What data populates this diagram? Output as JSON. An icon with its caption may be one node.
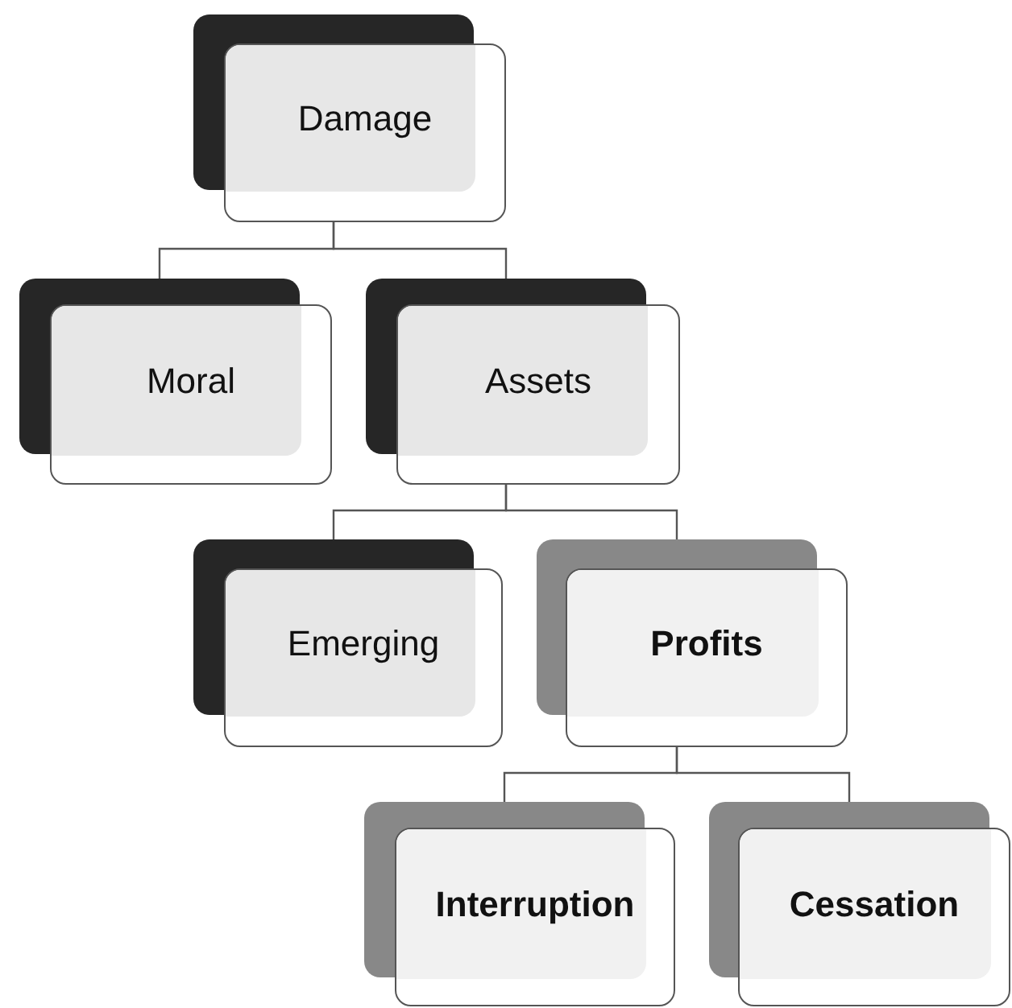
{
  "diagram": {
    "nodes": [
      {
        "text": [
          "Damage"
        ]
      },
      {
        "text": [
          "Moral"
        ]
      },
      {
        "text": [
          "Assets"
        ]
      },
      {
        "text": [
          "Emerging"
        ]
      },
      {
        "text": [
          "Profits"
        ]
      },
      {
        "text": [
          "Interruption"
        ]
      },
      {
        "text": [
          "Cessation"
        ]
      }
    ],
    "edges": [
      {
        "from": 0,
        "to": 1,
        "arrow": "none"
      },
      {
        "from": 0,
        "to": 2,
        "arrow": "none"
      },
      {
        "from": 2,
        "to": 3,
        "arrow": "none"
      },
      {
        "from": 2,
        "to": 4,
        "arrow": "none"
      },
      {
        "from": 4,
        "to": 5,
        "arrow": "none"
      },
      {
        "from": 4,
        "to": 6,
        "arrow": "none"
      }
    ]
  }
}
